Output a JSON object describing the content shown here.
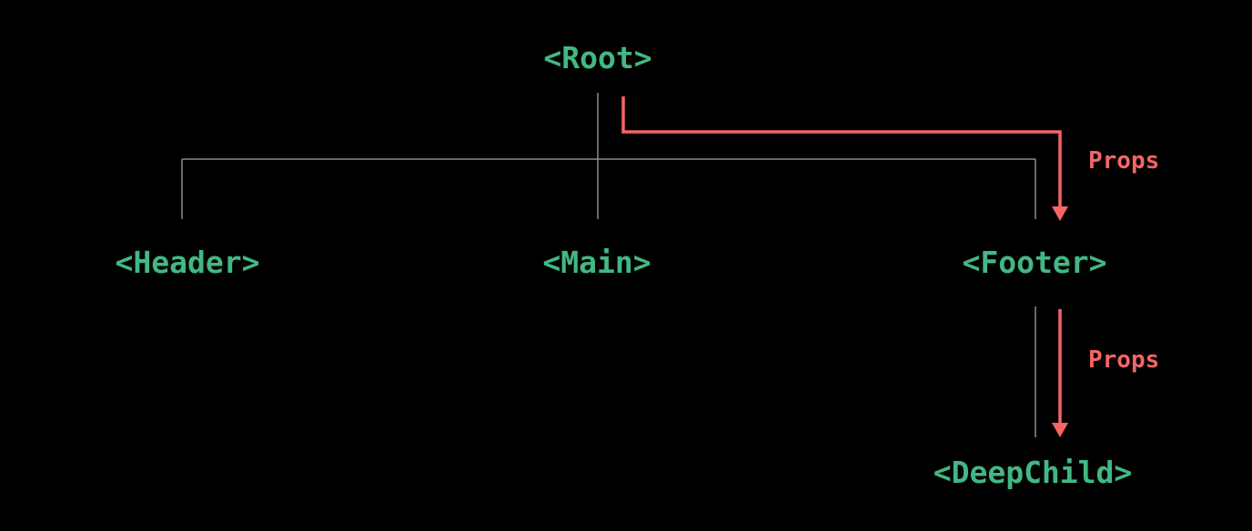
{
  "diagram": {
    "title": "component-tree-prop-drilling",
    "nodes": {
      "root": "<Root>",
      "header": "<Header>",
      "main": "<Main>",
      "footer": "<Footer>",
      "deepchild": "<DeepChild>"
    },
    "labels": {
      "props_top": "Props",
      "props_bottom": "Props"
    },
    "colors": {
      "background": "#000000",
      "node_text": "#42b883",
      "props_text": "#f66565",
      "connector": "#8b8b8b",
      "arrow": "#f66565"
    }
  }
}
